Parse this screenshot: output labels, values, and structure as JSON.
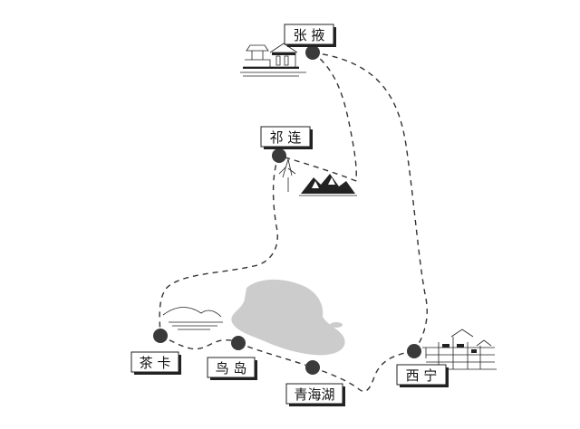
{
  "map": {
    "places": [
      {
        "key": "zhangye",
        "name": "张 掖"
      },
      {
        "key": "qilian",
        "name": "祁 连"
      },
      {
        "key": "chaka",
        "name": "茶 卡"
      },
      {
        "key": "niaodao",
        "name": "鸟 岛"
      },
      {
        "key": "qinghaihu",
        "name": "青海湖"
      },
      {
        "key": "xining",
        "name": "西 宁"
      }
    ],
    "lake_color": "#cccccc",
    "route_color": "#333333",
    "marker_color": "#3a3a3a"
  }
}
